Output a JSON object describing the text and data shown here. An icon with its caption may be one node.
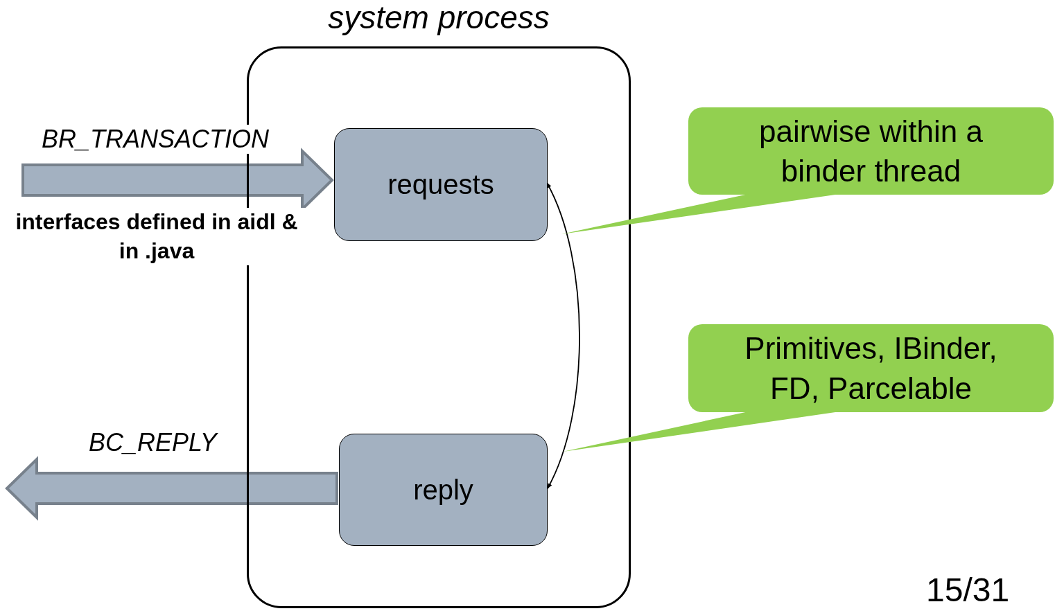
{
  "diagram": {
    "nodes": [
      {
        "text": [
          "system process"
        ]
      },
      {
        "text": [
          "requests"
        ],
        "in": 0
      },
      {
        "text": [
          "reply"
        ],
        "in": 0
      },
      {
        "text": [
          "pairwise within a binder thread"
        ]
      },
      {
        "text": [
          "Primitives, IBinder, FD, Parcelable"
        ]
      }
    ],
    "edges": [
      {
        "from": null,
        "to": 1,
        "arrow": "to",
        "label": "BR_TRANSACTION"
      },
      {
        "from": 2,
        "to": null,
        "arrow": "to",
        "label": "BC_REPLY"
      },
      {
        "from": 1,
        "to": 2,
        "arrow": "both"
      }
    ],
    "labels": [
      "interfaces defined in aidl & in .java",
      "15/31"
    ]
  }
}
